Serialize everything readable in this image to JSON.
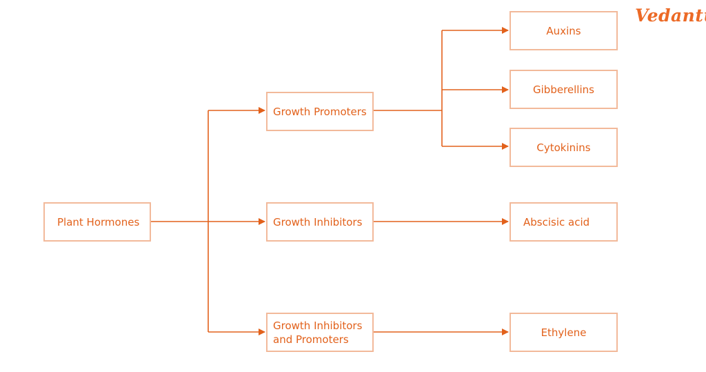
{
  "brand": {
    "logo_text": "Vedantu",
    "accent_color": "#e2611b",
    "border_color": "#f2b99a"
  },
  "diagram": {
    "root": {
      "label": "Plant Hormones"
    },
    "categories": [
      {
        "label": "Growth Promoters",
        "children": [
          "Auxins",
          "Gibberellins",
          "Cytokinins"
        ]
      },
      {
        "label": "Growth Inhibitors",
        "children": [
          "Abscisic acid"
        ]
      },
      {
        "label": "Growth Inhibitors\nand Promoters",
        "children": [
          "Ethylene"
        ]
      }
    ]
  }
}
